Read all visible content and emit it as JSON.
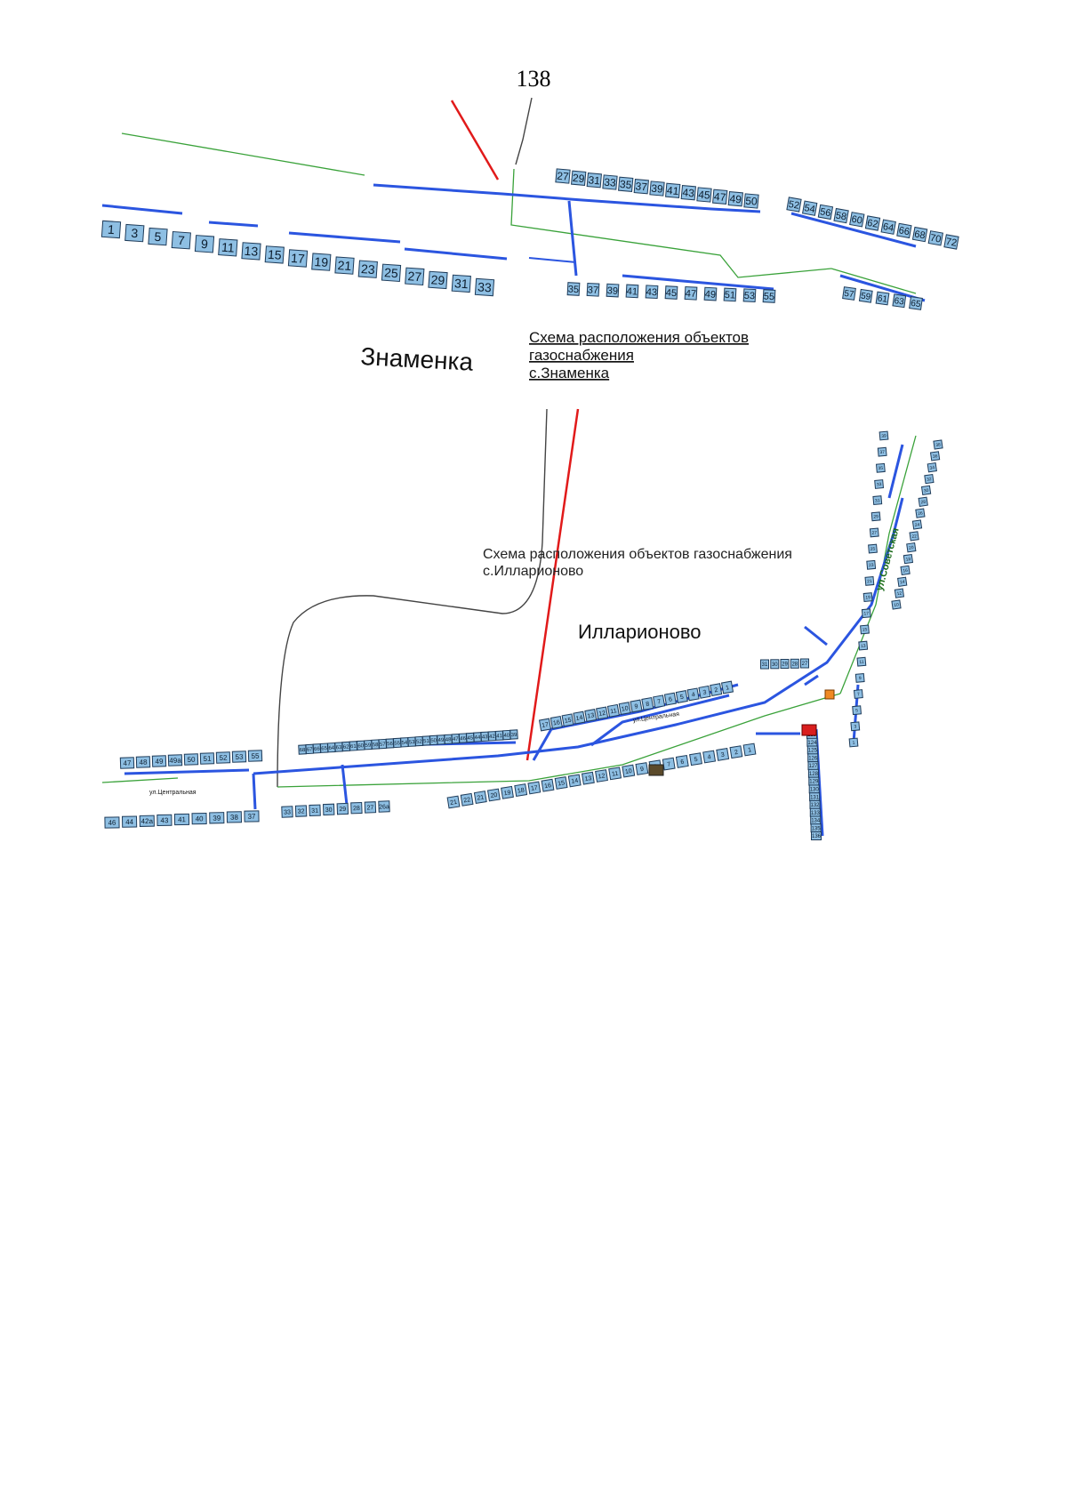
{
  "page_number": "138",
  "znamenka": {
    "name_label": "Знаменка",
    "caption_lines": [
      "Схема расположения объектов",
      "газоснабжения",
      "с.Знаменка"
    ],
    "houses_row_1": [
      "1",
      "3",
      "5",
      "7",
      "9",
      "11",
      "13",
      "15",
      "17",
      "19",
      "21",
      "23",
      "25",
      "27",
      "29",
      "31",
      "33"
    ],
    "houses_row_2": [
      "27",
      "29",
      "31",
      "33",
      "35",
      "37",
      "39",
      "41",
      "43",
      "45",
      "47",
      "49",
      "50"
    ],
    "houses_row_3": [
      "35",
      "37",
      "39",
      "41",
      "43",
      "45",
      "47",
      "49",
      "51",
      "53",
      "55"
    ],
    "houses_row_4": [
      "52",
      "54",
      "56",
      "58",
      "60",
      "62",
      "64",
      "66",
      "68",
      "70",
      "72"
    ],
    "houses_row_5": [
      "57",
      "59",
      "61",
      "63",
      "65"
    ]
  },
  "illarionovo": {
    "caption_lines": [
      "Схема расположения объектов газоснабжения",
      "с.Илларионово"
    ],
    "name_label": "Илларионово",
    "street_central": "ул.Центральная",
    "street_sovetskaya": "ул.Советская",
    "houses_left_top": [
      "47",
      "48",
      "49",
      "49a",
      "50",
      "51",
      "52",
      "53",
      "55"
    ],
    "houses_left_bottom": [
      "46",
      "44",
      "42a",
      "43",
      "41",
      "40",
      "39",
      "38",
      "37"
    ],
    "houses_mid_top": [
      "68",
      "67",
      "66",
      "65",
      "64",
      "63",
      "62",
      "61",
      "60",
      "59",
      "58",
      "57",
      "56",
      "55",
      "54",
      "53",
      "52",
      "51",
      "50",
      "49",
      "48",
      "47",
      "46",
      "45",
      "44",
      "43",
      "42",
      "41",
      "40",
      "39"
    ],
    "houses_mid_bottom": [
      "33",
      "32",
      "31",
      "30",
      "29",
      "28",
      "27",
      "26a"
    ],
    "houses_center_bottom": [
      "21",
      "22",
      "21",
      "20",
      "19",
      "18",
      "17",
      "16",
      "15",
      "14",
      "13",
      "12",
      "11",
      "10",
      "9",
      "8",
      "7",
      "6",
      "5",
      "4",
      "3",
      "2",
      "1"
    ],
    "houses_right_upper": [
      "17",
      "16",
      "15",
      "14",
      "13",
      "12",
      "11",
      "10",
      "9",
      "8",
      "7",
      "6",
      "5",
      "4",
      "3",
      "2",
      "1"
    ],
    "houses_east_column": [
      "123",
      "124",
      "125",
      "126",
      "127",
      "128",
      "129",
      "130",
      "131",
      "132",
      "133",
      "134",
      "135",
      "136"
    ],
    "houses_sovetskaya_left": [
      "39",
      "37",
      "35",
      "33",
      "31",
      "29",
      "27",
      "25",
      "23",
      "21",
      "19",
      "17",
      "15",
      "13",
      "11",
      "9",
      "7",
      "5",
      "3",
      "1"
    ],
    "houses_sovetskaya_right": [
      "38",
      "36",
      "34",
      "32",
      "30",
      "28",
      "26",
      "24",
      "22",
      "20",
      "18",
      "16",
      "14",
      "12",
      "10"
    ],
    "houses_small_cluster": [
      "31",
      "30",
      "29",
      "28",
      "27"
    ]
  }
}
